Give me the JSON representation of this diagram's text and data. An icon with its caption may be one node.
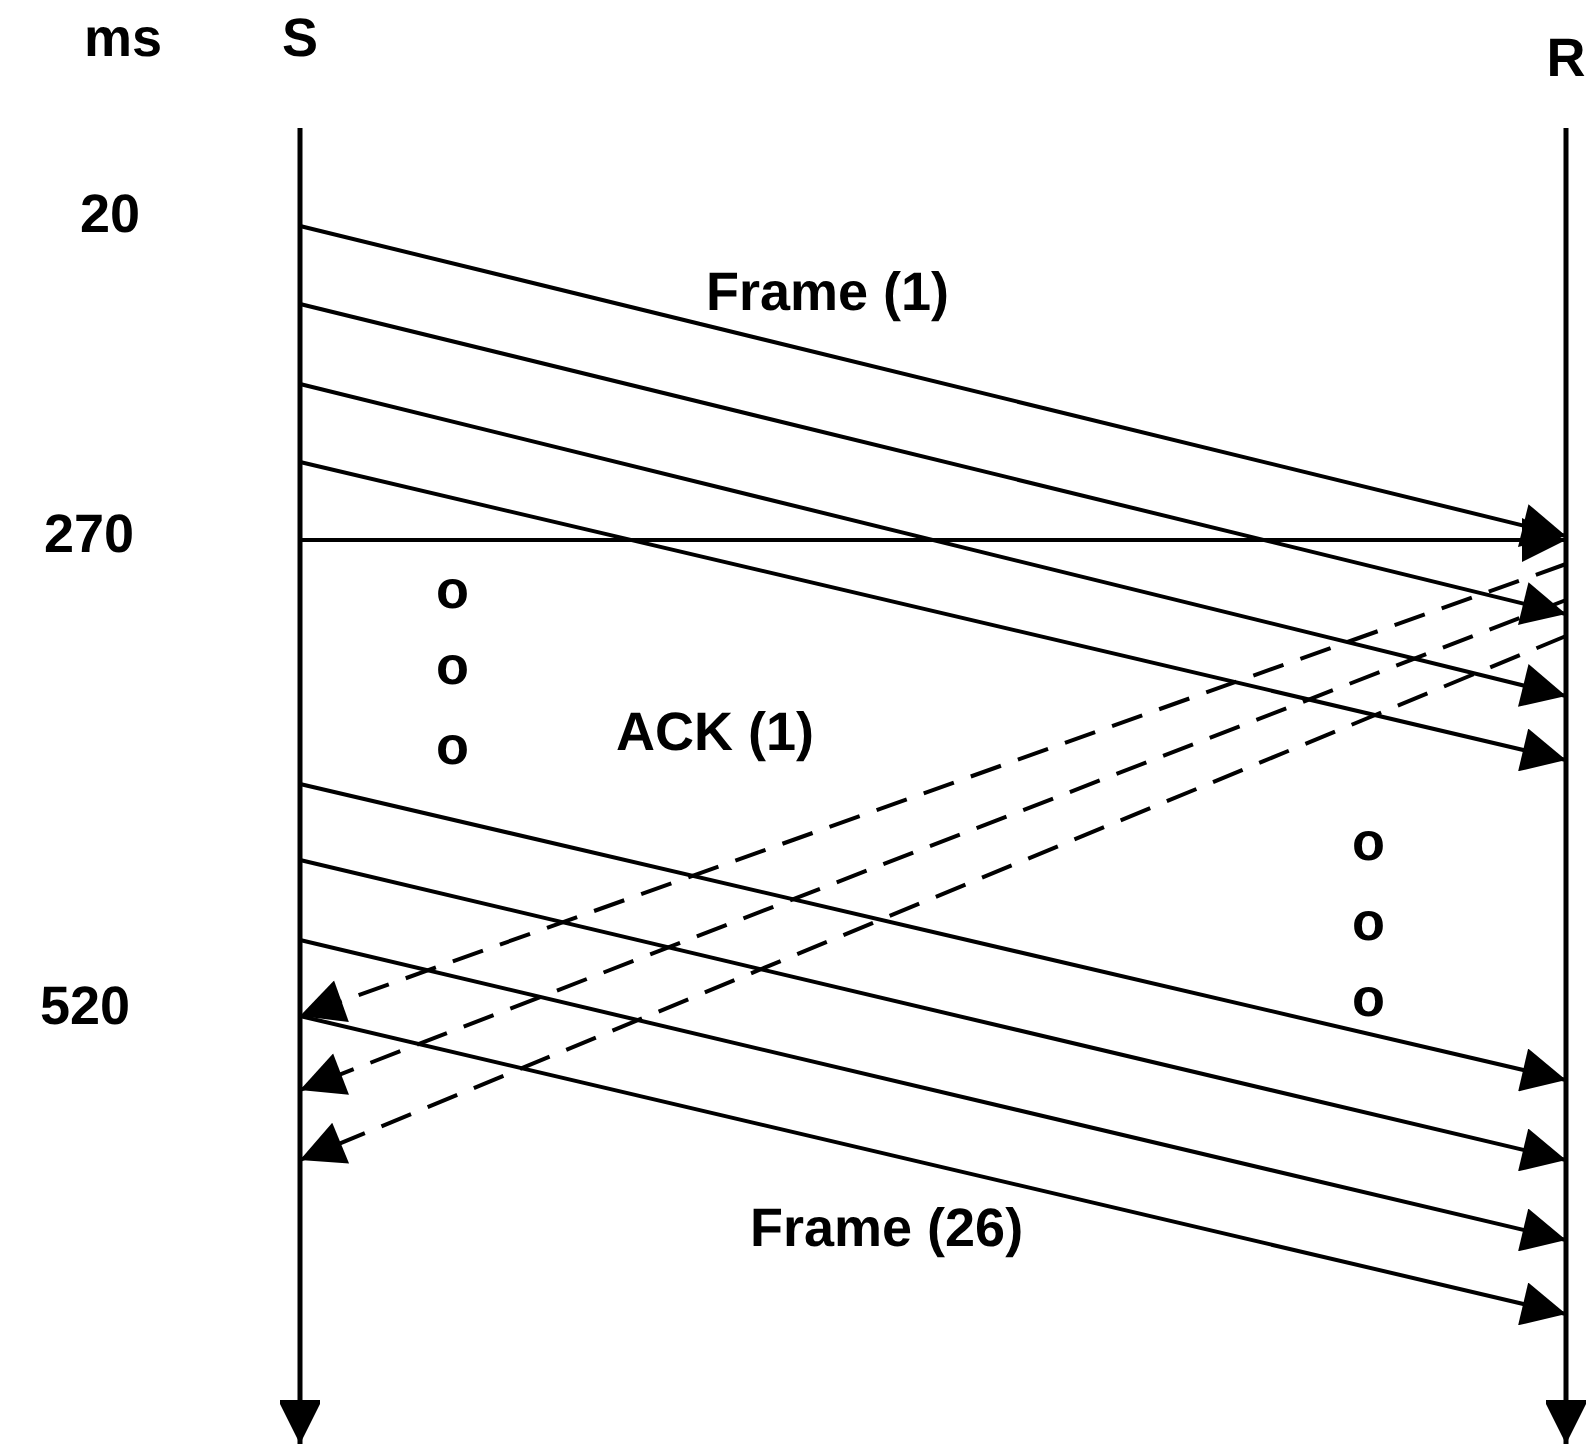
{
  "diagram": {
    "nodes": [
      {
        "text": [
          "S"
        ]
      },
      {
        "text": [
          "R"
        ]
      }
    ],
    "edges": [
      {
        "from": 0,
        "to": 1,
        "arrow": "to",
        "label": "Frame (1)"
      },
      {
        "from": 0,
        "to": 1,
        "arrow": "to"
      },
      {
        "from": 0,
        "to": 1,
        "arrow": "to"
      },
      {
        "from": 0,
        "to": 1,
        "arrow": "to"
      },
      {
        "from": 0,
        "to": 1,
        "arrow": "to"
      },
      {
        "from": 0,
        "to": 1,
        "arrow": "to"
      },
      {
        "from": 0,
        "to": 1,
        "arrow": "to"
      },
      {
        "from": 0,
        "to": 1,
        "arrow": "to"
      },
      {
        "from": 0,
        "to": 1,
        "arrow": "to",
        "label": "Frame (26)"
      },
      {
        "from": 1,
        "to": 0,
        "arrow": "to",
        "style": "dashed",
        "label": "ACK (1)"
      },
      {
        "from": 1,
        "to": 0,
        "arrow": "to",
        "style": "dashed"
      },
      {
        "from": 1,
        "to": 0,
        "arrow": "to",
        "style": "dashed"
      }
    ],
    "labels": [
      "ms",
      "20",
      "270",
      "o",
      "o",
      "o",
      "o",
      "o",
      "520",
      "o"
    ]
  }
}
